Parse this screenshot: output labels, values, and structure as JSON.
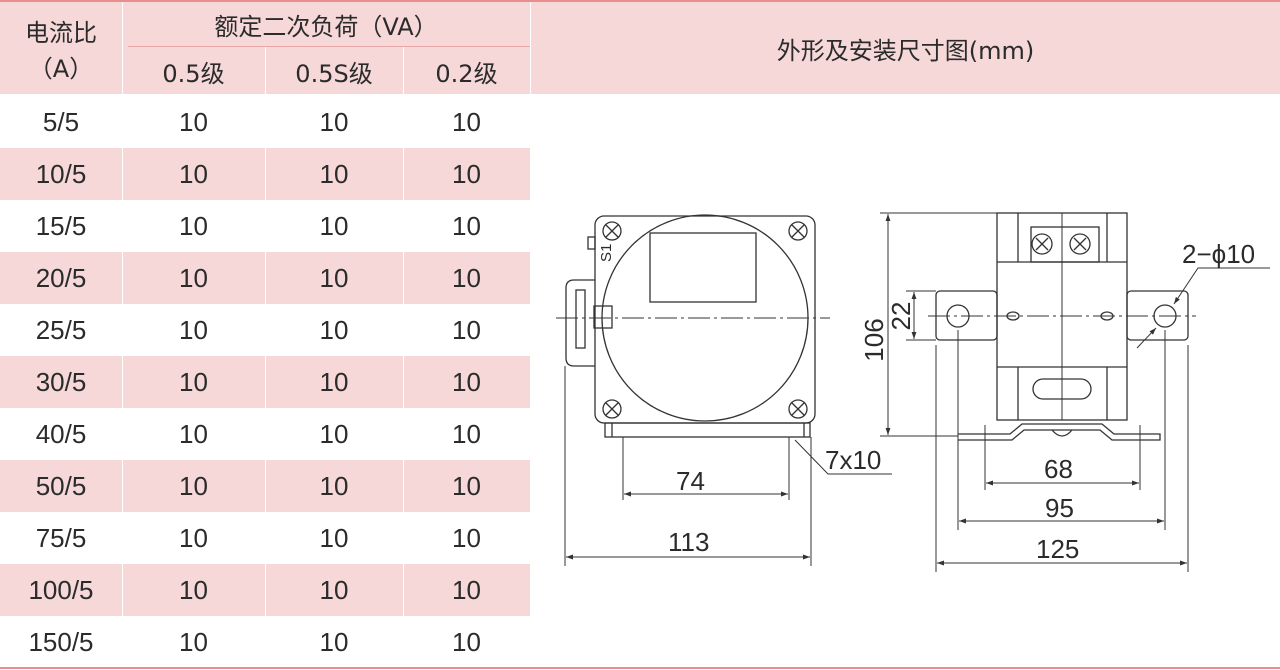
{
  "header": {
    "ratio_label_line1": "电流比",
    "ratio_label_line2": "（A）",
    "burden_label": "额定二次负荷（VA）",
    "grade_labels": [
      "0.5级",
      "0.5S级",
      "0.2级"
    ],
    "drawing_label": "外形及安装尺寸图(mm)"
  },
  "rows": [
    {
      "ratio": "5/5",
      "v05": "10",
      "v05s": "10",
      "v02": "10"
    },
    {
      "ratio": "10/5",
      "v05": "10",
      "v05s": "10",
      "v02": "10"
    },
    {
      "ratio": "15/5",
      "v05": "10",
      "v05s": "10",
      "v02": "10"
    },
    {
      "ratio": "20/5",
      "v05": "10",
      "v05s": "10",
      "v02": "10"
    },
    {
      "ratio": "25/5",
      "v05": "10",
      "v05s": "10",
      "v02": "10"
    },
    {
      "ratio": "30/5",
      "v05": "10",
      "v05s": "10",
      "v02": "10"
    },
    {
      "ratio": "40/5",
      "v05": "10",
      "v05s": "10",
      "v02": "10"
    },
    {
      "ratio": "50/5",
      "v05": "10",
      "v05s": "10",
      "v02": "10"
    },
    {
      "ratio": "75/5",
      "v05": "10",
      "v05s": "10",
      "v02": "10"
    },
    {
      "ratio": "100/5",
      "v05": "10",
      "v05s": "10",
      "v02": "10"
    },
    {
      "ratio": "150/5",
      "v05": "10",
      "v05s": "10",
      "v02": "10"
    }
  ],
  "drawing": {
    "front_terminal": "S1",
    "dim_74": "74",
    "dim_113": "113",
    "dim_slot": "7x10",
    "dim_106": "106",
    "dim_22": "22",
    "dim_68": "68",
    "dim_95": "95",
    "dim_125": "125",
    "dim_holes": "2−ϕ10"
  }
}
